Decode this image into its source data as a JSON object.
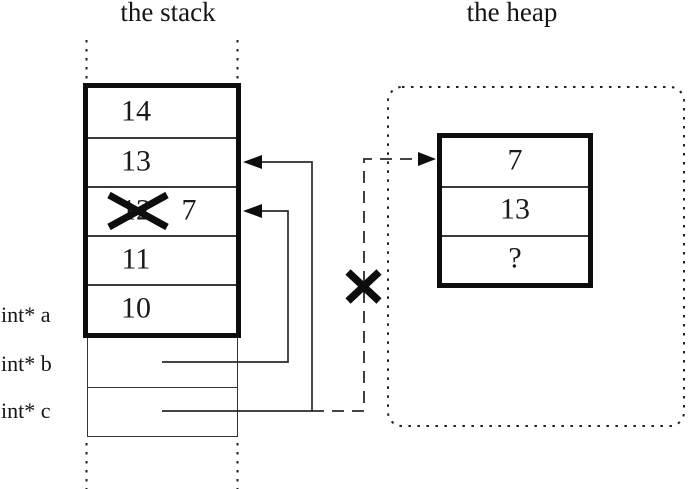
{
  "titles": {
    "stack": "the stack",
    "heap": "the heap"
  },
  "stack": {
    "cells": [
      {
        "value": "14",
        "crossed_out": false,
        "new_value": ""
      },
      {
        "value": "13",
        "crossed_out": false,
        "new_value": ""
      },
      {
        "value": "12",
        "crossed_out": true,
        "new_value": "7"
      },
      {
        "value": "11",
        "crossed_out": false,
        "new_value": ""
      },
      {
        "value": "10",
        "crossed_out": false,
        "new_value": ""
      }
    ],
    "pointer_labels": [
      {
        "label": "int* a"
      },
      {
        "label": "int* b"
      },
      {
        "label": "int* c"
      }
    ]
  },
  "heap": {
    "cells": [
      {
        "value": "7"
      },
      {
        "value": "13"
      },
      {
        "value": "?"
      }
    ]
  },
  "pointers": [
    {
      "from": "int* b",
      "to": "stack cell with crossed-out 12 (now 7)",
      "style": "solid"
    },
    {
      "from": "int* c",
      "to": "stack cell 13",
      "style": "solid"
    },
    {
      "from": "int* c",
      "to": "heap cell 7",
      "style": "dashed",
      "status": "broken-crossed-out"
    }
  ],
  "colors": {
    "ink": "#111111",
    "background": "#ffffff"
  }
}
